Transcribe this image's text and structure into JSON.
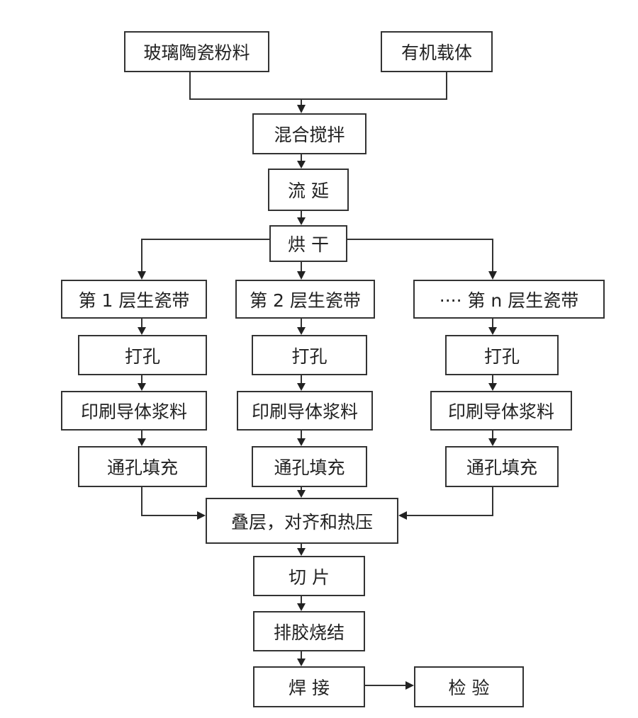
{
  "nodes": {
    "glass_ceramic_powder": "玻璃陶瓷粉料",
    "organic_carrier": "有机载体",
    "mixing": "混合搅拌",
    "casting": "流 延",
    "drying": "烘 干",
    "layer1": "第 1 层生瓷带",
    "layer2": "第 2 层生瓷带",
    "layern": "···· 第 n 层生瓷带",
    "punch1": "打孔",
    "punch2": "打孔",
    "punchn": "打孔",
    "print1": "印刷导体浆料",
    "print2": "印刷导体浆料",
    "printn": "印刷导体浆料",
    "fill1": "通孔填充",
    "fill2": "通孔填充",
    "filln": "通孔填充",
    "lamination": "叠层，对齐和热压",
    "cutting": "切 片",
    "sintering": "排胶烧结",
    "welding": "焊 接",
    "inspection": "检 验"
  },
  "colors": {
    "line": "#333333",
    "box_border": "#333333",
    "text": "#222222",
    "background": "#ffffff"
  }
}
